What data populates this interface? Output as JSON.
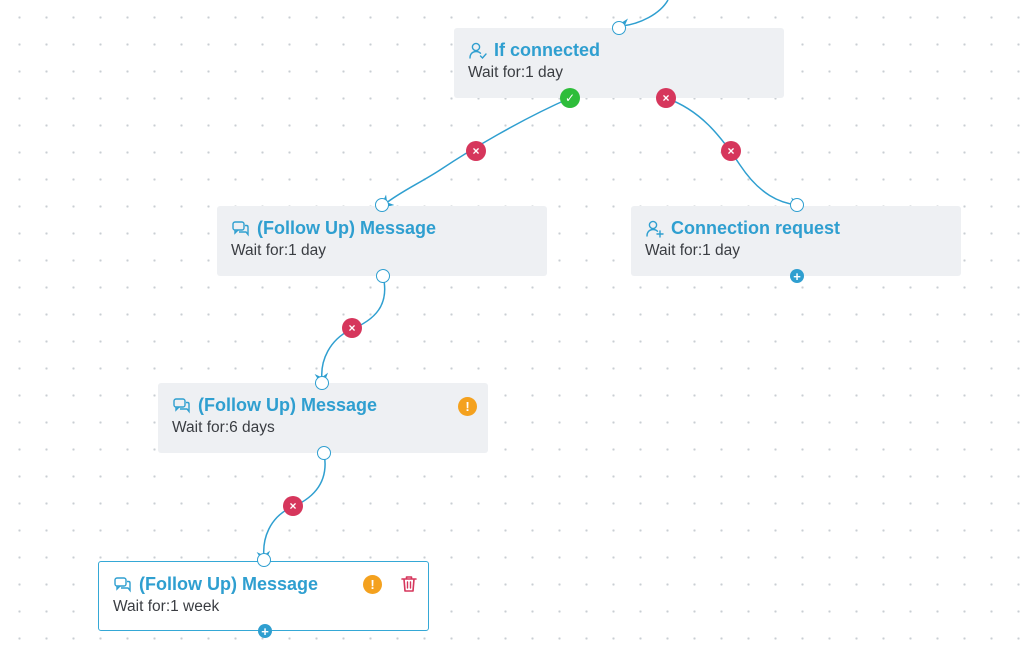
{
  "colors": {
    "accent": "#2f9fd0",
    "node_bg": "#eef0f3",
    "negative_branch": "#d6365c",
    "positive_branch": "#2dbd3a",
    "warning": "#f4a11e",
    "delete": "#d6365c"
  },
  "nodes": {
    "if_connected": {
      "title": "If connected",
      "wait": "Wait for:1 day",
      "icon": "user-check-icon"
    },
    "followup_1": {
      "title": "(Follow Up) Message",
      "wait": "Wait for:1 day",
      "icon": "chat-bubbles-icon"
    },
    "connection_request": {
      "title": "Connection request",
      "wait": "Wait for:1 day",
      "icon": "user-plus-icon"
    },
    "followup_2": {
      "title": "(Follow Up) Message",
      "wait": "Wait for:6 days",
      "icon": "chat-bubbles-icon",
      "warning": "!"
    },
    "followup_3": {
      "title": "(Follow Up) Message",
      "wait": "Wait for:1 week",
      "icon": "chat-bubbles-icon",
      "warning": "!"
    }
  },
  "symbols": {
    "no": "×",
    "yes": "✓",
    "add": "+"
  }
}
